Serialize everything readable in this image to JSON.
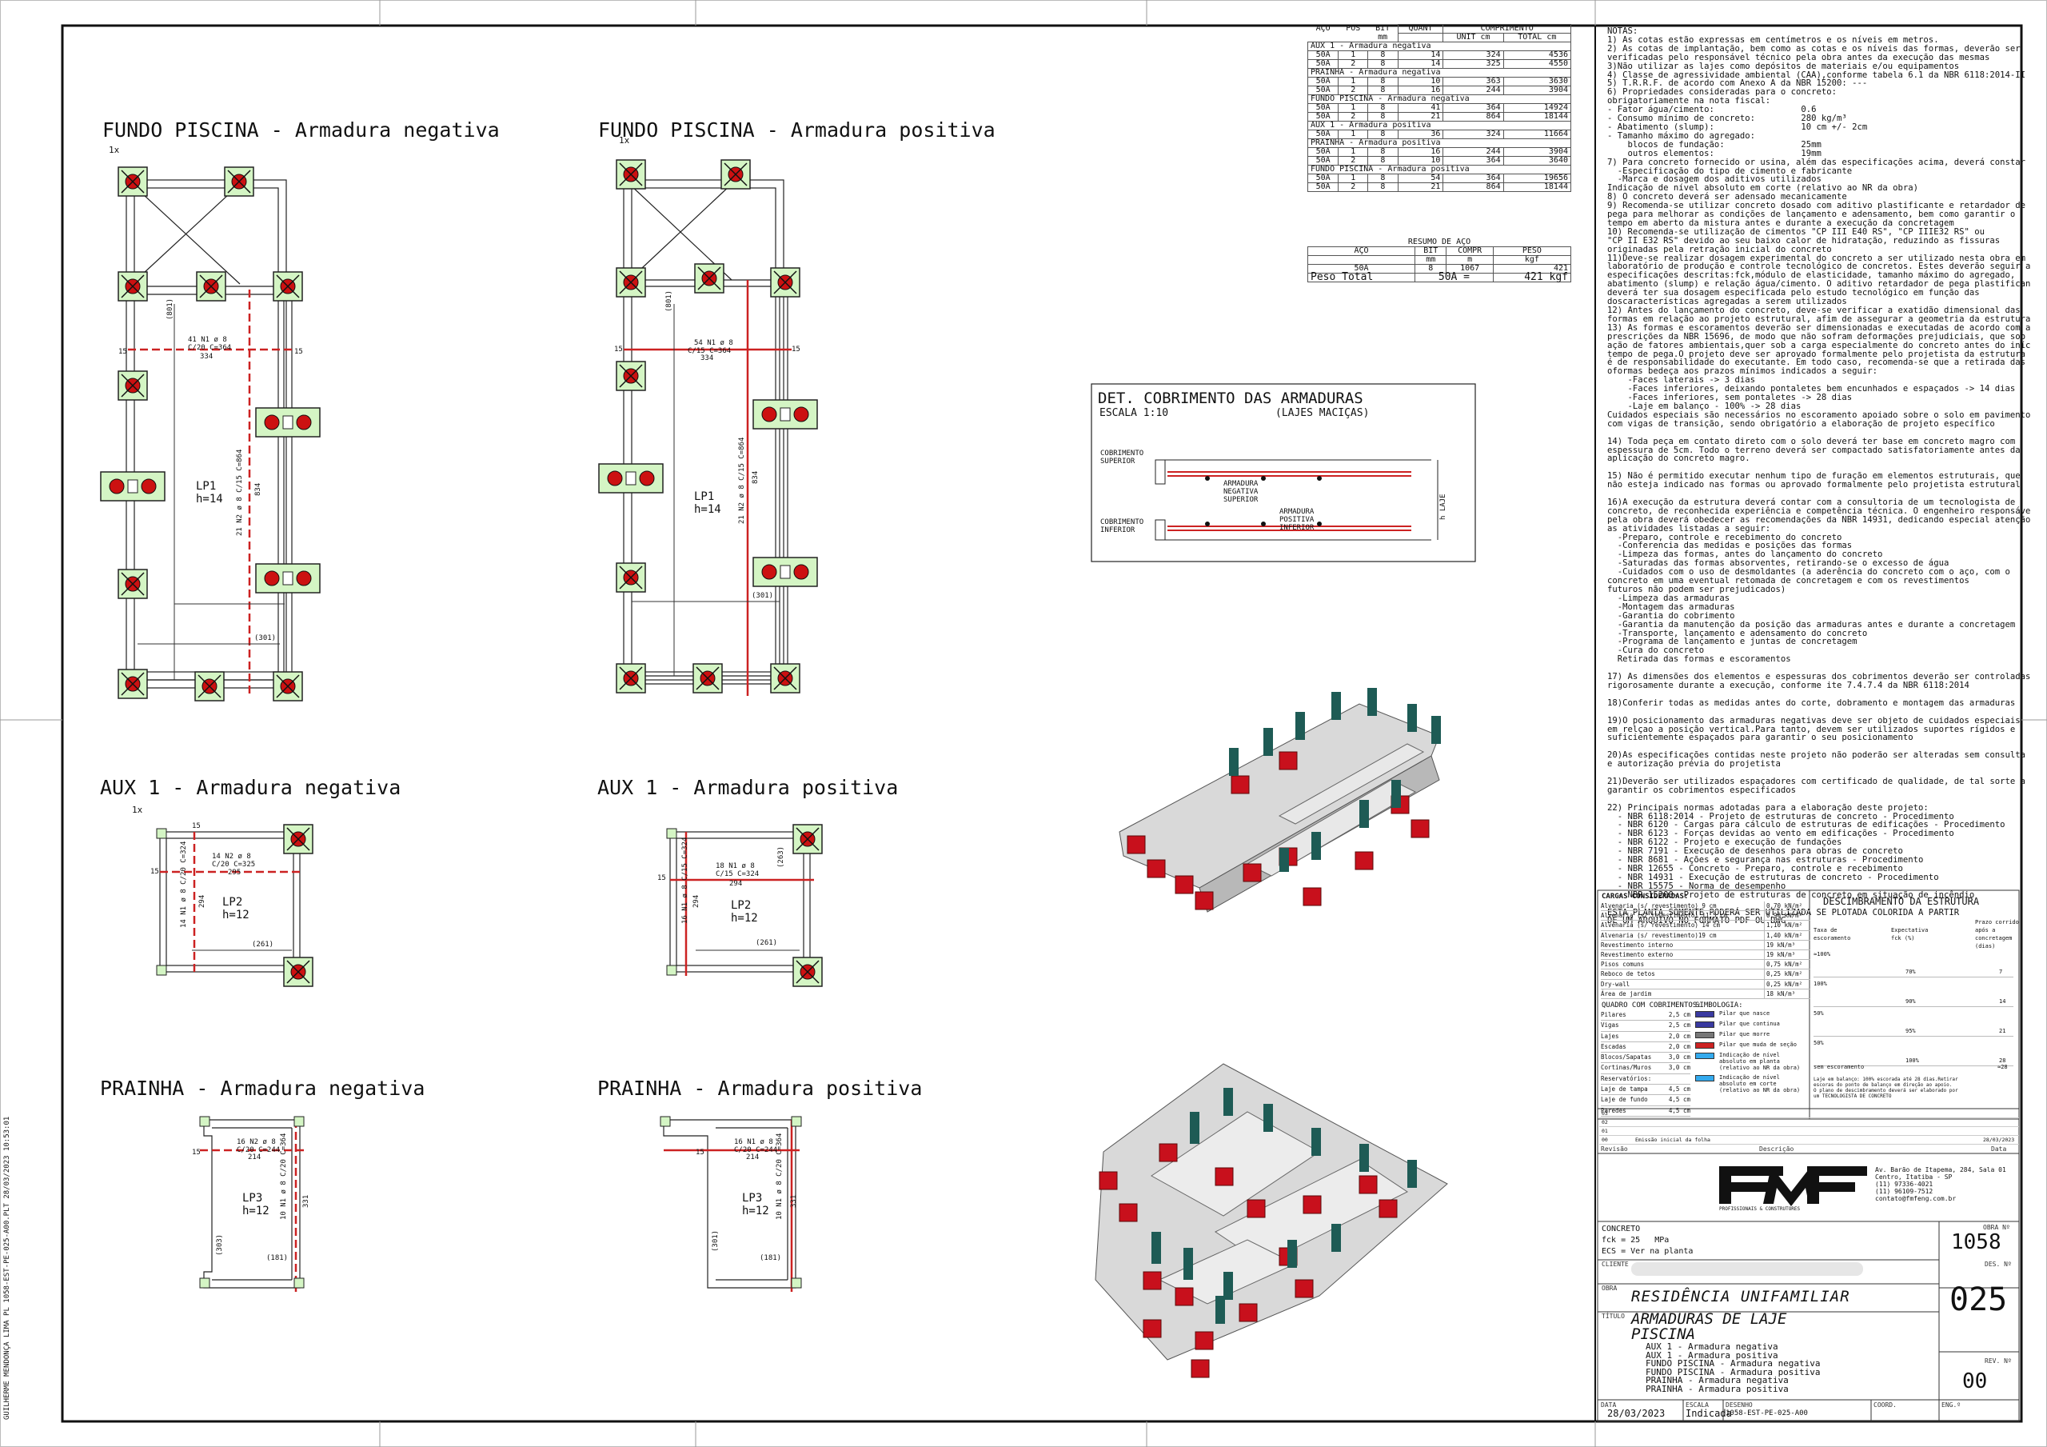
{
  "drawings": [
    {
      "id": "fundo-neg",
      "title": "FUNDO PISCINA - Armadura negativa",
      "mult": "1x",
      "slab": "LP1",
      "thickness": "h=14",
      "annotations": [
        "41 N1 ø 8",
        "C/20 C=364",
        "334",
        "21 N2 ø 8 C/15 C=864",
        "834",
        "(801)",
        "(301)",
        "15"
      ]
    },
    {
      "id": "fundo-pos",
      "title": "FUNDO PISCINA - Armadura positiva",
      "mult": "1x",
      "slab": "LP1",
      "thickness": "h=14",
      "annotations": [
        "54 N1 ø 8",
        "C/15 C=364",
        "334",
        "21 N2 ø 8 C/15 C=864",
        "834",
        "(801)",
        "(301)",
        "15"
      ]
    },
    {
      "id": "aux-neg",
      "title": "AUX 1 - Armadura negativa",
      "mult": "1x",
      "slab": "LP2",
      "thickness": "h=12",
      "annotations": [
        "14 N2 ø 8",
        "C/20 C=325",
        "295",
        "14 N1 ø 8 C/20 C=324",
        "294",
        "(261)",
        "15"
      ]
    },
    {
      "id": "aux-pos",
      "title": "AUX 1 - Armadura positiva",
      "mult": "",
      "slab": "LP2",
      "thickness": "h=12",
      "annotations": [
        "18 N1 ø 8",
        "C/15 C=324",
        "294",
        "16 N1 ø 8 C/15 C=324",
        "294",
        "(263)",
        "(261)",
        "15"
      ]
    },
    {
      "id": "prainha-neg",
      "title": "PRAINHA - Armadura negativa",
      "mult": "",
      "slab": "LP3",
      "thickness": "h=12",
      "annotations": [
        "16 N2 ø 8",
        "C/20 C=244",
        "214",
        "10 N1 ø 8 C/20 C=364",
        "331",
        "(303)",
        "(181)",
        "15"
      ]
    },
    {
      "id": "prainha-pos",
      "title": "PRAINHA - Armadura positiva",
      "mult": "",
      "slab": "LP3",
      "thickness": "h=12",
      "annotations": [
        "16 N1 ø 8",
        "C/20 C=244",
        "214",
        "10 N1 ø 8 C/20 C=364",
        "331",
        "(301)",
        "(181)",
        "15"
      ]
    }
  ],
  "steel_table": {
    "headers": [
      "AÇO",
      "POS",
      "BIT",
      "QUANT",
      "COMPRIMENTO"
    ],
    "subheaders": [
      "",
      "",
      "mm",
      "",
      "UNIT cm",
      "TOTAL cm"
    ],
    "groups": [
      {
        "name": "AUX 1 - Armadura negativa",
        "rows": [
          [
            "50A",
            "1",
            "8",
            "14",
            "324",
            "4536"
          ],
          [
            "50A",
            "2",
            "8",
            "14",
            "325",
            "4550"
          ]
        ]
      },
      {
        "name": "PRAINHA - Armadura negativa",
        "rows": [
          [
            "50A",
            "1",
            "8",
            "10",
            "363",
            "3630"
          ],
          [
            "50A",
            "2",
            "8",
            "16",
            "244",
            "3904"
          ]
        ]
      },
      {
        "name": "FUNDO PISCINA - Armadura negativa",
        "rows": [
          [
            "50A",
            "1",
            "8",
            "41",
            "364",
            "14924"
          ],
          [
            "50A",
            "2",
            "8",
            "21",
            "864",
            "18144"
          ]
        ]
      },
      {
        "name": "AUX 1 - Armadura positiva",
        "rows": [
          [
            "50A",
            "1",
            "8",
            "36",
            "324",
            "11664"
          ]
        ]
      },
      {
        "name": "PRAINHA - Armadura positiva",
        "rows": [
          [
            "50A",
            "1",
            "8",
            "16",
            "244",
            "3904"
          ],
          [
            "50A",
            "2",
            "8",
            "10",
            "364",
            "3640"
          ]
        ]
      },
      {
        "name": "FUNDO PISCINA - Armadura positiva",
        "rows": [
          [
            "50A",
            "1",
            "8",
            "54",
            "364",
            "19656"
          ],
          [
            "50A",
            "2",
            "8",
            "21",
            "864",
            "18144"
          ]
        ]
      }
    ]
  },
  "summary_table": {
    "title": "RESUMO DE AÇO",
    "headers": [
      "AÇO",
      "BIT",
      "COMPR",
      "PESO"
    ],
    "units": [
      "",
      "mm",
      "m",
      "kgf"
    ],
    "row": [
      "50A",
      "8",
      "1067",
      "421"
    ],
    "total_label": "Peso Total",
    "total_steel": "50A =",
    "total_value": "421 kgf"
  },
  "cover_detail": {
    "title": "DET. COBRIMENTO DAS ARMADURAS",
    "scale": "ESCALA 1:10",
    "subtitle": "(LAJES MACIÇAS)",
    "labels": [
      "COBRIMENTO SUPERIOR",
      "ARMADURA NEGATIVA SUPERIOR",
      "ARMADURA POSITIVA INFERIOR",
      "COBRIMENTO INFERIOR",
      "h LAJE"
    ]
  },
  "notes": "NOTAS:\n1) As cotas estão expressas em centímetros e os níveis em metros.\n2) As cotas de implantação, bem como as cotas e os níveis das formas, deverão ser\nverificadas pelo responsável técnico pela obra antes da execução das mesmas\n3)Não utilizar as lajes como depósitos de materiais e/ou equipamentos\n4) Classe de agressividade ambiental (CAA),conforme tabela 6.1 da NBR 6118:2014-II\n5) T.R.R.F. de acordo com Anexo A da NBR 15200: ---\n6) Propriedades consideradas para o concreto:\nobrigatoriamente na nota fiscal:\n- Fator água/cimento:                 0.6\n- Consumo mínimo de concreto:         280 kg/m³\n- Abatimento (slump):                 10 cm +/- 2cm\n- Tamanho máximo do agregado:\n    blocos de fundação:               25mm\n    outros elementos:                 19mm\n7) Para concreto fornecido or usina, além das especificações acima, deverá constar\n  -Especificação do tipo de cimento e fabricante\n  -Marca e dosagem dos aditivos utilizados\nIndicação de nível absoluto em corte (relativo ao NR da obra)\n8) O concreto deverá ser adensado mecanicamente\n9) Recomenda-se utilizar concreto dosado com aditivo plastificante e retardador de\npega para melhorar as condições de lançamento e adensamento, bem como garantir o\ntempo em aberto da mistura antes e durante a execução da concretagem\n10) Recomenda-se utilização de cimentos \"CP III E40 RS\", \"CP IIIE32 RS\" ou\n\"CP II E32 RS\" devido ao seu baixo calor de hidratação, reduzindo as fissuras\noriginadas pela retração inicial do concreto\n11)Deve-se realizar dosagem experimental do concreto a ser utilizado nesta obra em\nlaboratório de produção e controle tecnológico de concretos. Estes deverão seguir as\nespecificações descritas:fck,módulo de elasticidade, tamanho máximo do agregado,\nabatimento (slump) e relação água/cimento. O aditivo retardador de pega plastificante\ndeverá ter sua dosagem especificada pelo estudo tecnológico em função das\ndoscaracterísticas agregadas a serem utilizados\n12) Antes do lançamento do concreto, deve-se verificar a exatidão dimensional das\nformas em relação ao projeto estrutural, afim de assegurar a geometria da estrutura\n13) As formas e escoramentos deverão ser dimensionadas e executadas de acordo com as\nprescrições da NBR 15696, de modo que não sofram deformações prejudiciais, que sob a\nação de fatores ambientais,quer sob a carga especialmente do concreto antes do início\ntempo de pega.O projeto deve ser aprovado formalmente pelo projetista da estrutura e\né de responsabilidade do executante. Em todo caso, recomenda-se que a retirada das\noformas bedeça aos prazos mínimos indicados a seguir:\n    -Faces laterais -> 3 dias\n    -Faces inferiores, deixando pontaletes bem encunhados e espaçados -> 14 dias\n    -Faces inferiores, sem pontaletes -> 28 dias\n    -Laje em balanço - 100% -> 28 dias\nCuidados especiais são necessários no escoramento apoiado sobre o solo em pavimentos\ncom vigas de transição, sendo obrigatório a elaboração de projeto específico\n\n14) Toda peça em contato direto com o solo deverá ter base em concreto magro com\nespessura de 5cm. Todo o terreno deverá ser compactado satisfatoriamente antes da\naplicação do concreto magro.\n\n15) Não é permitido executar nenhum tipo de furação em elementos estruturais, que\nnão esteja indicado nas formas ou aprovado formalmente pelo projetista estrutural\n\n16)A execução da estrutura deverá contar com a consultoria de um tecnologista de\nconcreto, de reconhecida experiência e competência técnica. O engenheiro responsável\npela obra deverá obedecer as recomendações da NBR 14931, dedicando especial atenção\nas atividades listadas a seguir:\n  -Preparo, controle e recebimento do concreto\n  -Conferencia das medidas e posições das formas\n  -Limpeza das formas, antes do lançamento do concreto\n  -Saturadas das formas absorventes, retirando-se o excesso de água\n  -Cuidados com o uso de desmoldantes (a aderência do concreto com o aço, com o\nconcreto em uma eventual retomada de concretagem e com os revestimentos\nfuturos não podem ser prejudicados)\n  -Limpeza das armaduras\n  -Montagem das armaduras\n  -Garantia do cobrimento\n  -Garantia da manutenção da posição das armaduras antes e durante a concretagem\n  -Transporte, lançamento e adensamento do concreto\n  -Programa de lançamento e juntas de concretagem\n  -Cura do concreto\n  Retirada das formas e escoramentos\n\n17) As dimensões dos elementos e espessuras dos cobrimentos deverão ser controladas\nrigorosamente durante a execução, conforme ite 7.4.7.4 da NBR 6118:2014\n\n18)Conferir todas as medidas antes do corte, dobramento e montagem das armaduras\n\n19)O posicionamento das armaduras negativas deve ser objeto de cuidados especiais\nem relçao a posição vertical.Para tanto, devem ser utilizados suportes rígidos e\nsuficientemente espaçados para garantir o seu posicionamento\n\n20)As especificações contidas neste projeto não poderão ser alteradas sem consulta\ne autorização prévia do projetista\n\n21)Deverão ser utilizados espaçadores com certificado de qualidade, de tal sorte a\ngarantir os cobrimentos especificados\n\n22) Principais normas adotadas para a elaboração deste projeto:\n  - NBR 6118:2014 - Projeto de estruturas de concreto - Procedimento\n  - NBR 6120 - Cargas para cálculo de estruturas de edificações - Procedimento\n  - NBR 6123 - Forças devidas ao vento em edificações - Procedimento\n  - NBR 6122 - Projeto e execução de fundações\n  - NBR 7191 - Execução de desenhos para obras de concreto\n  - NBR 8681 - Ações e segurança nas estruturas - Procedimento\n  - NBR 12655 - Concreto - Preparo, controle e recebimento\n  - NBR 14931 - Execução de estruturas de concreto - Procedimento\n  - NBR 15575 - Norma de desempenho\n  - NBR 15200- Projeto de estruturas de concreto em situação de incêndio\n\nESTA PLANTA SOMENTE PODERÁ SER UTILIZADA SE PLOTADA COLORIDA A PARTIR\nDE UM ARQUIVO NO FORMATO PDF OU DWG",
  "loads": {
    "title": "CARGAS CONSIDERADAS:",
    "rows": [
      [
        "Alvenaria (s/ revestimento) 9 cm",
        "0,70 kN/m²"
      ],
      [
        "Alvenaria (s/ revestimento) 11,5 cm",
        "0,90 kN/m²"
      ],
      [
        "Alvenaria (s/ revestimento) 14 cm",
        "1,10 kN/m²"
      ],
      [
        "Alvenaria (s/ revestimento)19 cm",
        "1,40 kN/m²"
      ],
      [
        "Revestimento interno",
        "19 kN/m³"
      ],
      [
        "Revestimento externo",
        "19 kN/m³"
      ],
      [
        "Pisos comuns",
        "0,75 kN/m²"
      ],
      [
        "Reboco de tetos",
        "0,25 kN/m²"
      ],
      [
        "Dry-wall",
        "0,25 kN/m²"
      ],
      [
        "Área de jardim",
        "18 kN/m³"
      ]
    ]
  },
  "cover_table": {
    "title": "QUADRO COM COBRIMENTOS:",
    "rows": [
      [
        "Pilares",
        "2,5 cm"
      ],
      [
        "Vigas",
        "2,5 cm"
      ],
      [
        "Lajes",
        "2,0 cm"
      ],
      [
        "Escadas",
        "2,0 cm"
      ],
      [
        "Blocos/Sapatas",
        "3,0 cm"
      ],
      [
        "Cortinas/Muros",
        "3,0 cm"
      ],
      [
        "Reservatórios:",
        ""
      ],
      [
        "Laje de tampa",
        "4,5 cm"
      ],
      [
        "Laje de fundo",
        "4,5 cm"
      ],
      [
        "Paredes",
        "4,5 cm"
      ]
    ]
  },
  "symbology": {
    "title": "SIMBOLOGIA:",
    "items": [
      "Pilar que nasce",
      "Pilar que continua",
      "Pilar que morre",
      "Pilar que muda de seção",
      "Indicação de nível absoluto em planta (relativo ao NR da obra)",
      "Indicação de nível absoluto em corte (relativo ao NR da obra)"
    ]
  },
  "shoring": {
    "title": "DESCIMBRAMENTO DA ESTRUTURA",
    "col_headers": [
      "Taxa de escoramento",
      "Expectativa fck (%)",
      "Prazo corrido após a concretagem (dias)"
    ],
    "rows": [
      [
        "≈100%",
        "70%",
        "7"
      ],
      [
        "100%",
        "90%",
        "14"
      ],
      [
        "50%",
        "95%",
        "21"
      ],
      [
        "50%",
        "100%",
        "28"
      ]
    ],
    "footer": "sem escoramento",
    "footer_value": "≈28",
    "notes": "Laje em balanço: 100% escorada até 28 dias.Retirar escoras do ponto de balanço em direção ao apoio.\nO plano de descimbramento deverá ser elaborado por um TECNOLOGISTA DE CONCRETO"
  },
  "revisions": {
    "rows": [
      [
        "03",
        "",
        ""
      ],
      [
        "02",
        "",
        ""
      ],
      [
        "01",
        "",
        ""
      ],
      [
        "00",
        "Emissão inicial da folha",
        "28/03/2023"
      ]
    ],
    "headers": [
      "Revisão",
      "Descrição",
      "Data"
    ]
  },
  "company": {
    "logo": "FMF",
    "tagline": "PROFISSIONAIS & CONSTRUTORES",
    "address": "Av. Barão de Itapema, 284, Sala 01\nCentro, Itatiba - SP\n(11) 97336-4021\n(11) 96109-7512\ncontato@fmfeng.com.br"
  },
  "title_block": {
    "concrete_label": "CONCRETO",
    "fck": "fck = 25   MPa",
    "ecs": "ECS = Ver na planta",
    "client_label": "CLIENTE",
    "work_label": "OBRA",
    "work": "RESIDÊNCIA UNIFAMILIAR",
    "title_label": "TÍTULO",
    "title": "ARMADURAS DE LAJE\nPISCINA",
    "contents": [
      "AUX 1 - Armadura negativa",
      "AUX 1 - Armadura positiva",
      "FUNDO PISCINA - Armadura negativa",
      "FUNDO PISCINA - Armadura positiva",
      "PRAINHA - Armadura negativa",
      "PRAINHA - Armadura positiva"
    ],
    "obra_no_label": "OBRA Nº",
    "obra_no": "1058",
    "des_no_label": "DES. Nº",
    "des_no": "025",
    "rev_no_label": "REV. Nº",
    "rev_no": "00",
    "date_label": "DATA",
    "date": "28/03/2023",
    "scale_label": "ESCALA",
    "scale": "Indicada",
    "drawing_label": "DESENHO",
    "drawing": "1058-EST-PE-025-A00",
    "coord_label": "COORD.",
    "eng_label": "ENG.º"
  },
  "side_stamp": "GUILHERME MENDONÇA LIMA PL 1058-EST-PE-025-A00.PLT 28/03/2023 10:53:01",
  "colors": {
    "pillar_fill": "#d4f5c4",
    "pillar_red": "#cc1111",
    "rebar_red": "#cc2222",
    "model_gray": "#d8d8d8",
    "model_teal": "#1e5b55",
    "model_red": "#c8101c"
  }
}
